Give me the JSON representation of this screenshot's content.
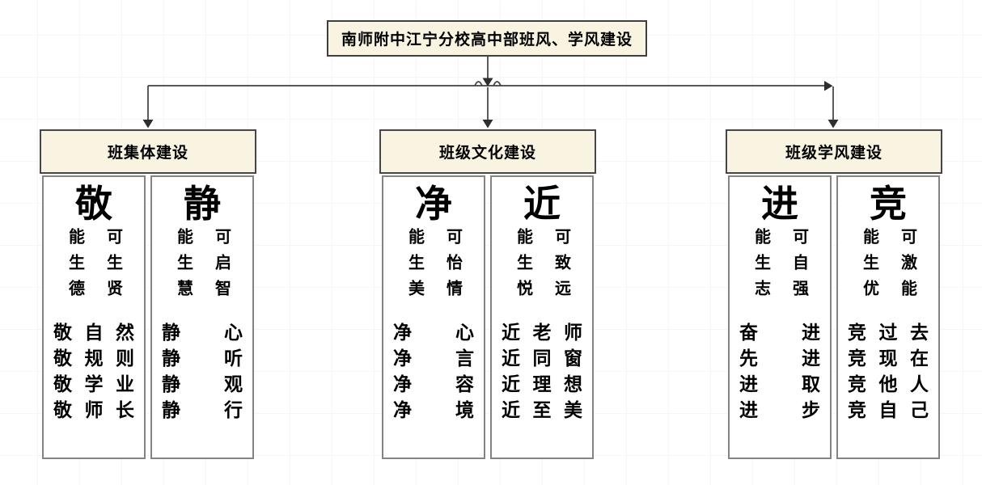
{
  "diagram": {
    "title": "南师附中江宁分校高中部班风、学风建设",
    "branches": [
      {
        "header": "班集体建设",
        "columns": [
          {
            "big_char": "敬",
            "slogan_left": "能生德",
            "slogan_right": "可生贤",
            "phrases": [
              "敬自然",
              "敬规则",
              "敬学业",
              "敬师长"
            ]
          },
          {
            "big_char": "静",
            "slogan_left": "能生慧",
            "slogan_right": "可启智",
            "phrases": [
              "静心",
              "静听",
              "静观",
              "静行"
            ]
          }
        ]
      },
      {
        "header": "班级文化建设",
        "columns": [
          {
            "big_char": "净",
            "slogan_left": "能生美",
            "slogan_right": "可怡情",
            "phrases": [
              "净心",
              "净言",
              "净容",
              "净境"
            ]
          },
          {
            "big_char": "近",
            "slogan_left": "能生悦",
            "slogan_right": "可致远",
            "phrases": [
              "近老师",
              "近同窗",
              "近理想",
              "近至美"
            ]
          }
        ]
      },
      {
        "header": "班级学风建设",
        "columns": [
          {
            "big_char": "进",
            "slogan_left": "能生志",
            "slogan_right": "可自强",
            "phrases": [
              "奋进",
              "先进",
              "进取",
              "进步"
            ]
          },
          {
            "big_char": "竞",
            "slogan_left": "能生优",
            "slogan_right": "可激能",
            "phrases": [
              "竞过去",
              "竞现在",
              "竞他人",
              "竞自己"
            ]
          }
        ]
      }
    ],
    "colors": {
      "node_fill": "#f9f3e1",
      "node_border": "#3f3f3f",
      "column_border": "#848484",
      "connector": "#404040",
      "text": "#000000",
      "grid": "#f6f6f6"
    }
  }
}
